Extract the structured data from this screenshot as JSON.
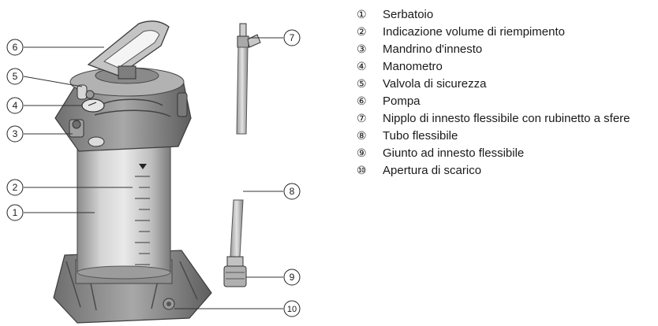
{
  "callouts": [
    "6",
    "5",
    "4",
    "3",
    "2",
    "1",
    "7",
    "8",
    "9",
    "10"
  ],
  "legend": [
    {
      "num": "①",
      "text": "Serbatoio"
    },
    {
      "num": "②",
      "text": "Indicazione volume di riempimento"
    },
    {
      "num": "③",
      "text": "Mandrino d'innesto"
    },
    {
      "num": "④",
      "text": "Manometro"
    },
    {
      "num": "⑤",
      "text": "Valvola di sicurezza"
    },
    {
      "num": "⑥",
      "text": "Pompa"
    },
    {
      "num": "⑦",
      "text": "Nipplo di innesto flessibile con rubinetto a sfere"
    },
    {
      "num": "⑧",
      "text": "Tubo flessibile"
    },
    {
      "num": "⑨",
      "text": "Giunto ad innesto flessibile"
    },
    {
      "num": "⑩",
      "text": "Apertura di scarico"
    }
  ]
}
